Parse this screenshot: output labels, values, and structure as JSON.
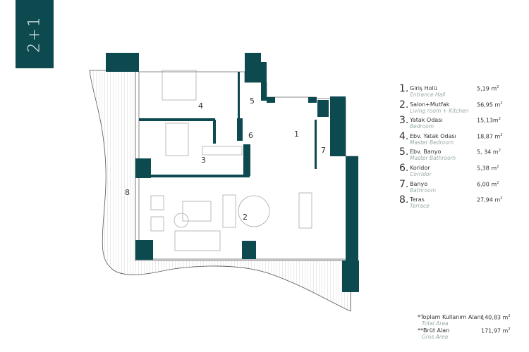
{
  "badge": {
    "label": "2+1",
    "color": "#0d4a50"
  },
  "plan": {
    "wall_color": "#0d4a50",
    "room_numbers": [
      "1",
      "2",
      "3",
      "4",
      "5",
      "6",
      "7",
      "8"
    ]
  },
  "legend": [
    {
      "num": "1.",
      "name": "Giriş Holü",
      "sub": "Entrance Hall",
      "area": "5,19 m",
      "unit_sup": "2"
    },
    {
      "num": "2.",
      "name": "Salon+Mutfak",
      "sub": "Living room + Kitchen",
      "area": "56,95 m",
      "unit_sup": "2"
    },
    {
      "num": "3.",
      "name": "Yatak Odası",
      "sub": "Bedroom",
      "area": "15,13m",
      "unit_sup": "2"
    },
    {
      "num": "4.",
      "name": "Ebv. Yatak Odası",
      "sub": "Master Bedroom",
      "area": "18,87 m",
      "unit_sup": "2"
    },
    {
      "num": "5.",
      "name": "Ebv. Banyo",
      "sub": "Master Bathroom",
      "area": "5, 34 m",
      "unit_sup": "2"
    },
    {
      "num": "6.",
      "name": "Koridor",
      "sub": "Corridor",
      "area": "5,38 m",
      "unit_sup": "2"
    },
    {
      "num": "7.",
      "name": "Banyo",
      "sub": "Bathroom",
      "area": "6,00 m",
      "unit_sup": "2"
    },
    {
      "num": "8.",
      "name": "Teras",
      "sub": "Terrace",
      "area": "27,94 m",
      "unit_sup": "2"
    }
  ],
  "totals": [
    {
      "name": "*Toplam Kullanım Alanı",
      "sub": "Total Area",
      "area": "140,83  m",
      "unit_sup": "2"
    },
    {
      "name": "**Brüt Alan",
      "sub": "Gros Area",
      "area": "171,97  m",
      "unit_sup": "2"
    }
  ]
}
